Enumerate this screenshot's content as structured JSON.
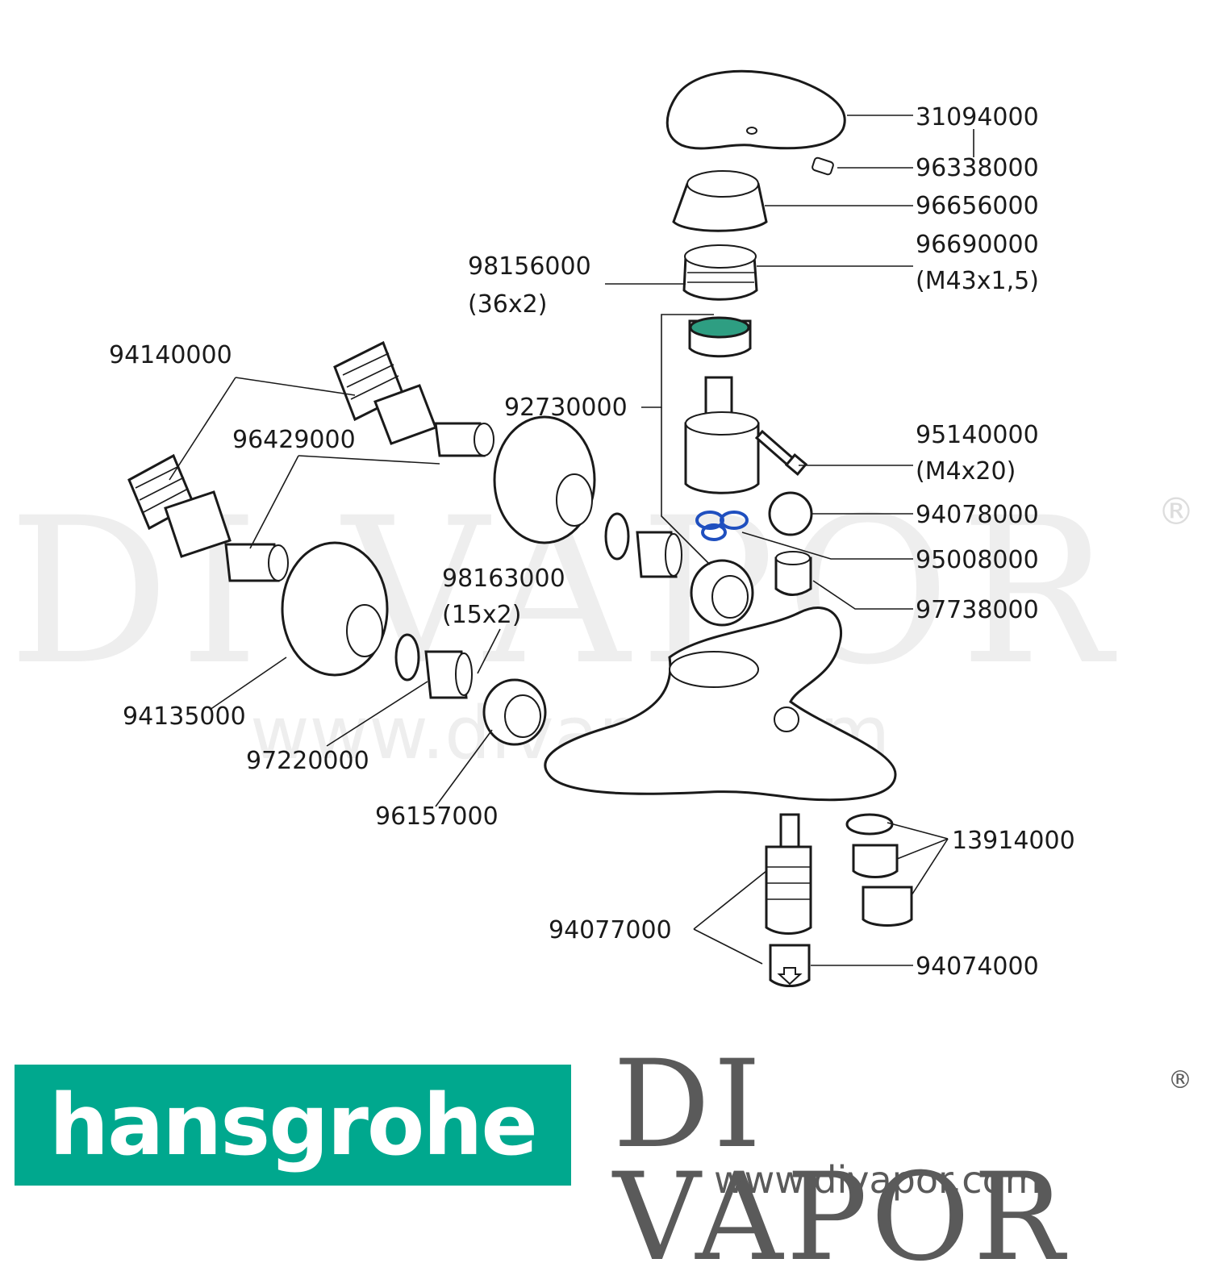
{
  "watermark": {
    "brand": "DI VAPOR",
    "registered": "®",
    "url": "www.divapor.com"
  },
  "parts": [
    {
      "code": "31094000"
    },
    {
      "code": "96338000"
    },
    {
      "code": "96656000"
    },
    {
      "code": "96690000",
      "spec": "(M43x1,5)"
    },
    {
      "code": "98156000",
      "spec": "(36x2)"
    },
    {
      "code": "94140000"
    },
    {
      "code": "92730000"
    },
    {
      "code": "96429000"
    },
    {
      "code": "95140000",
      "spec": "(M4x20)"
    },
    {
      "code": "94078000"
    },
    {
      "code": "95008000"
    },
    {
      "code": "98163000",
      "spec": "(15x2)"
    },
    {
      "code": "97738000"
    },
    {
      "code": "94135000"
    },
    {
      "code": "97220000"
    },
    {
      "code": "96157000"
    },
    {
      "code": "13914000"
    },
    {
      "code": "94077000"
    },
    {
      "code": "94074000"
    }
  ],
  "colors": {
    "cartridge_ring": "#2e9e82",
    "o_rings": "#1f4fbf",
    "hansgrohe_green": "#00a88e"
  },
  "footer": {
    "hansgrohe_logo": "hansgrohe",
    "divapor_logo": "DI VAPOR",
    "divapor_registered": "®",
    "divapor_url": "www.divapor.com"
  }
}
